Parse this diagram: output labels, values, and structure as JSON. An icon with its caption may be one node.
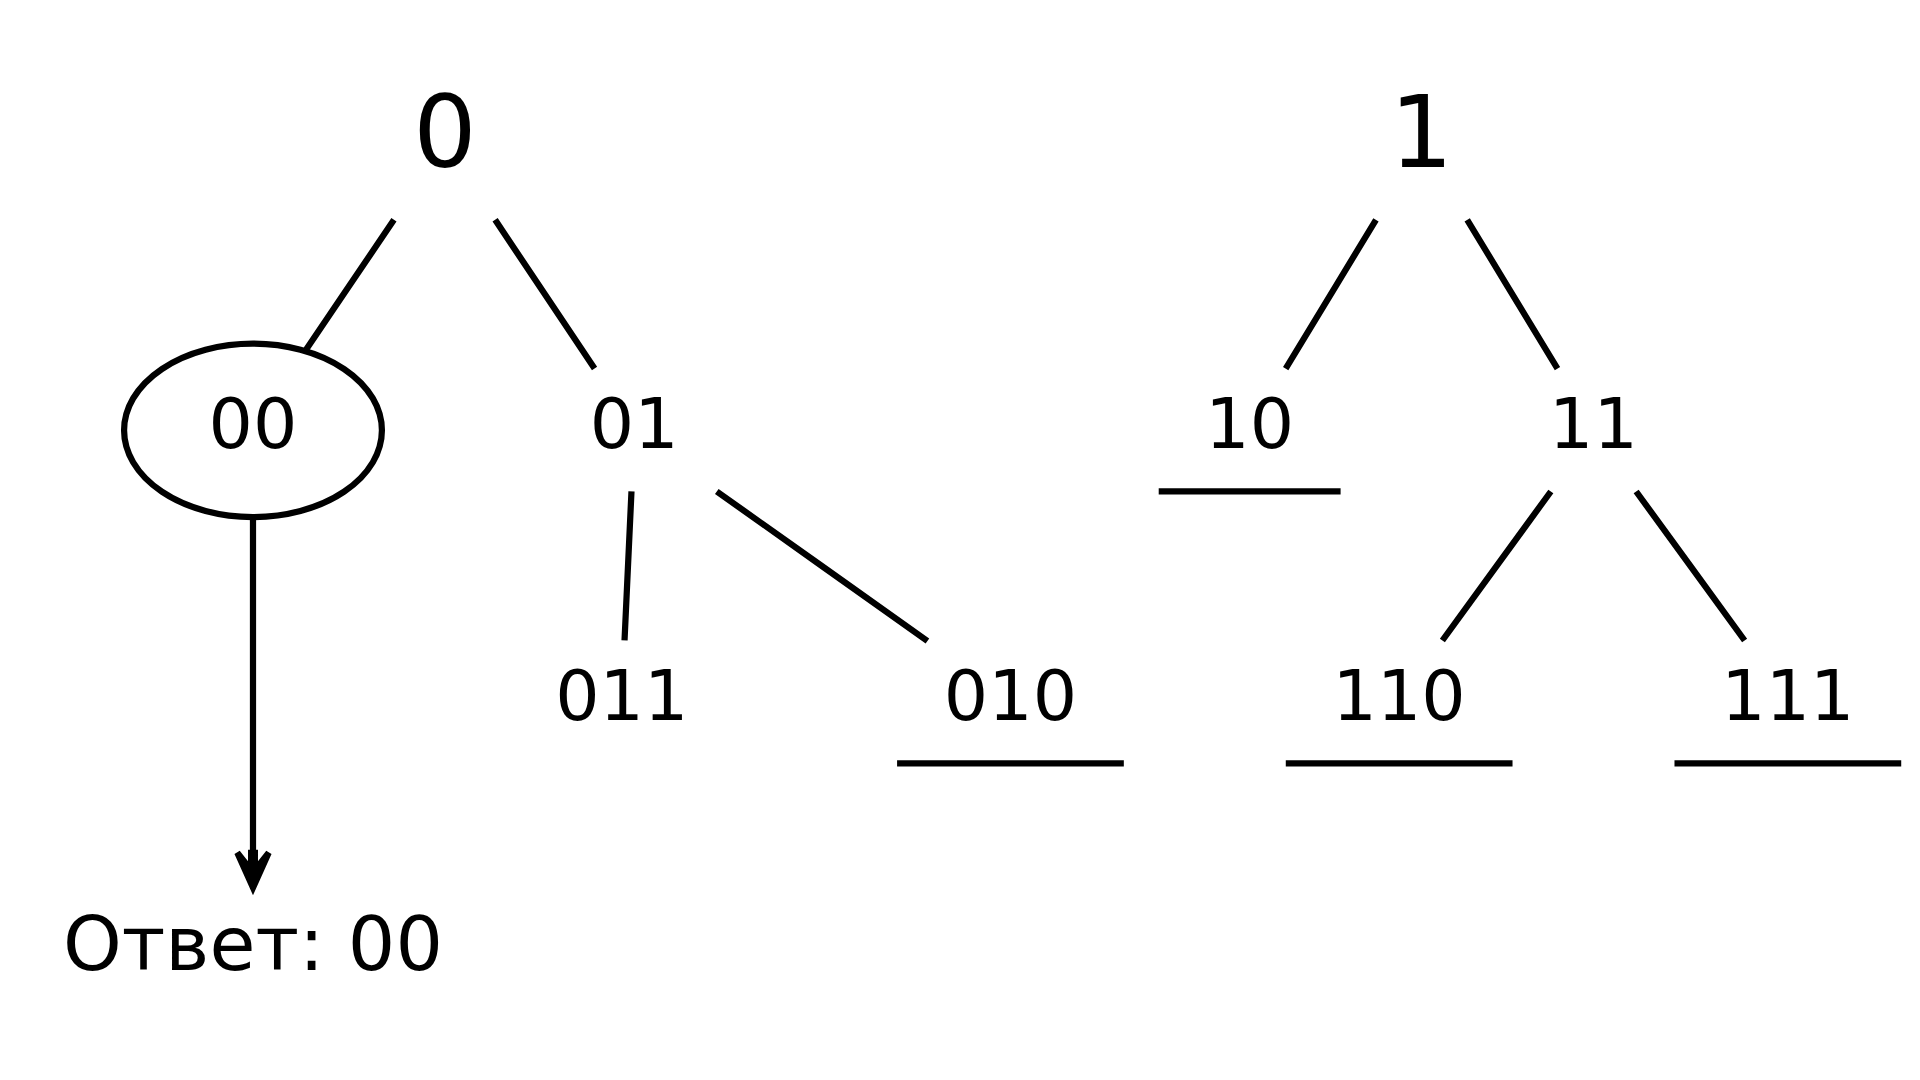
{
  "diagram": {
    "nodes": [
      {
        "text": [
          "0"
        ]
      },
      {
        "text": [
          "00"
        ]
      },
      {
        "text": [
          "01"
        ]
      },
      {
        "text": [
          "011"
        ]
      },
      {
        "text": [
          "010"
        ]
      },
      {
        "text": [
          "Ответ: 00"
        ]
      },
      {
        "text": [
          "1"
        ]
      },
      {
        "text": [
          "10"
        ]
      },
      {
        "text": [
          "11"
        ]
      },
      {
        "text": [
          "110"
        ]
      },
      {
        "text": [
          "111"
        ]
      }
    ],
    "edges": [
      {
        "from": 0,
        "to": 1,
        "arrow": "none"
      },
      {
        "from": 0,
        "to": 2,
        "arrow": "none"
      },
      {
        "from": 2,
        "to": 3,
        "arrow": "none"
      },
      {
        "from": 2,
        "to": 4,
        "arrow": "none"
      },
      {
        "from": 1,
        "to": 5,
        "arrow": "to"
      },
      {
        "from": 6,
        "to": 7,
        "arrow": "none"
      },
      {
        "from": 6,
        "to": 8,
        "arrow": "none"
      },
      {
        "from": 8,
        "to": 9,
        "arrow": "none"
      },
      {
        "from": 8,
        "to": 10,
        "arrow": "none"
      }
    ]
  }
}
